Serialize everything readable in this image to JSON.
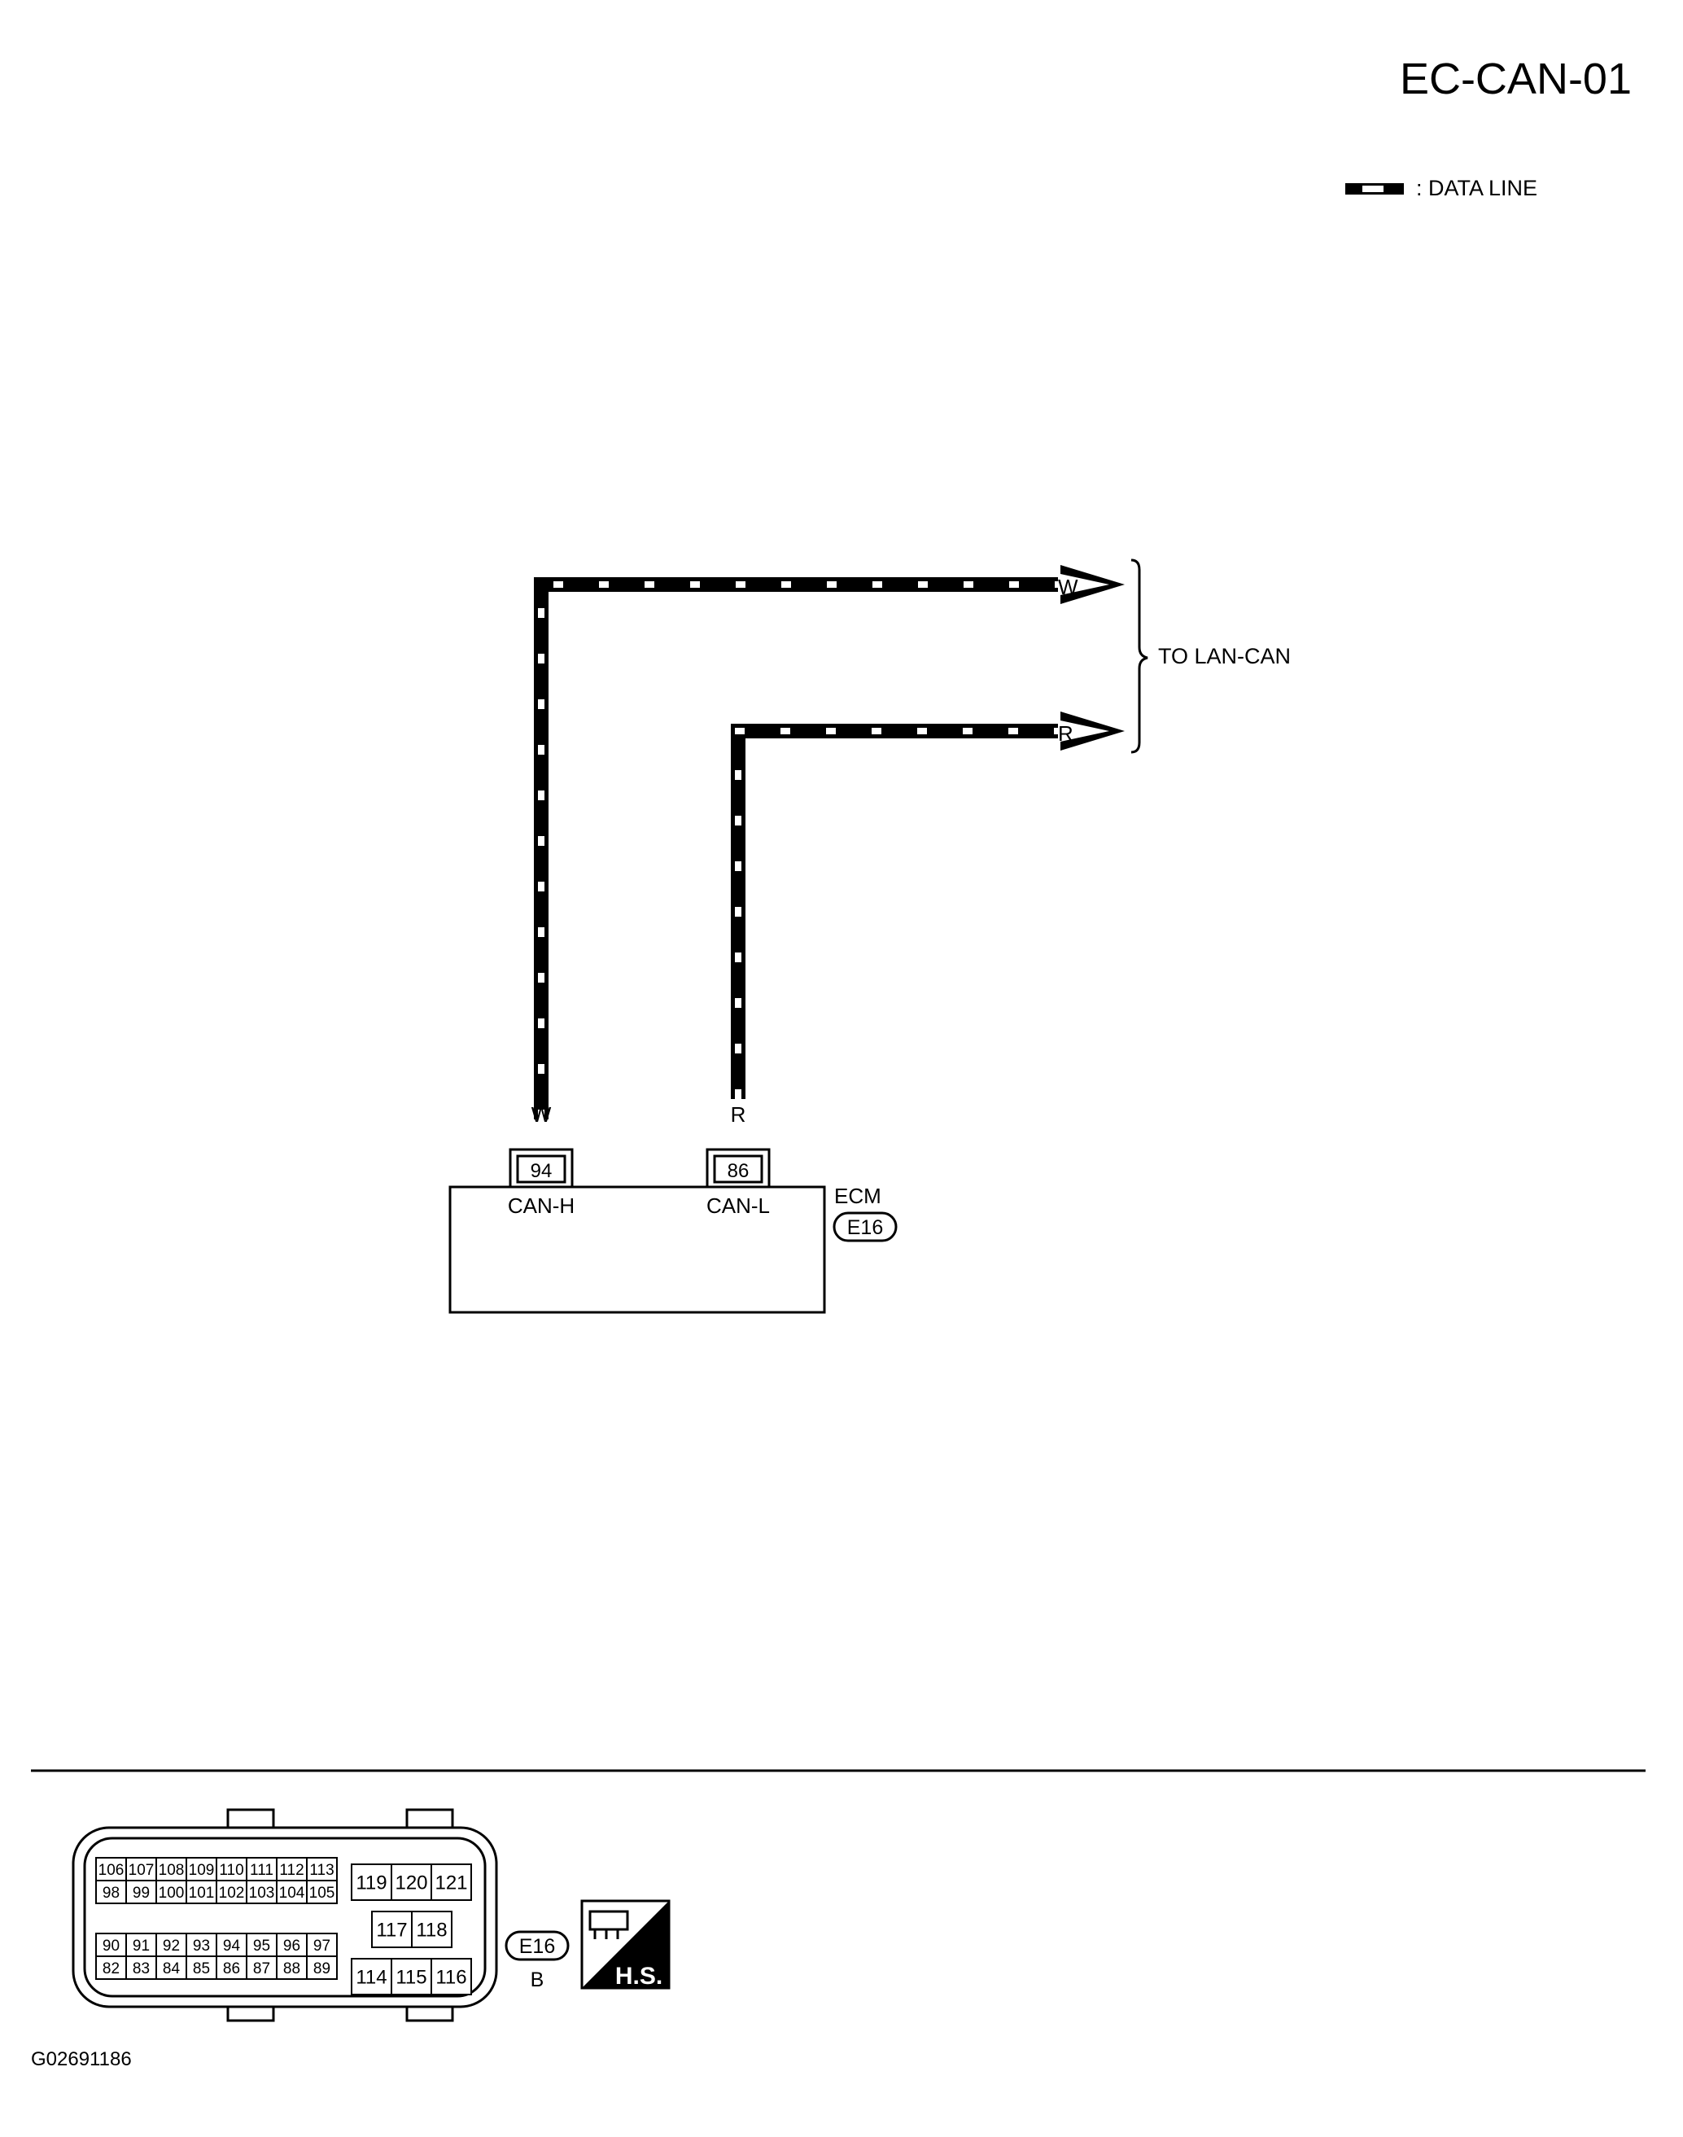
{
  "page": {
    "diagram_id": "EC-CAN-01",
    "figure_code": "G02691186"
  },
  "legend": {
    "label": ": DATA LINE"
  },
  "wires": {
    "w": {
      "color_code": "W",
      "end_color_code": "W"
    },
    "r": {
      "color_code": "R",
      "end_color_code": "R"
    },
    "destination": "TO LAN-CAN"
  },
  "ecm": {
    "name": "ECM",
    "connector": "E16",
    "pins": [
      {
        "number": "94",
        "signal": "CAN-H"
      },
      {
        "number": "86",
        "signal": "CAN-L"
      }
    ]
  },
  "connector_view": {
    "id": "E16",
    "color": "B",
    "hs_label": "H.S.",
    "left_block": {
      "row1": [
        "106",
        "107",
        "108",
        "109",
        "110",
        "111",
        "112",
        "113"
      ],
      "row2": [
        "98",
        "99",
        "100",
        "101",
        "102",
        "103",
        "104",
        "105"
      ],
      "row3": [
        "90",
        "91",
        "92",
        "93",
        "94",
        "95",
        "96",
        "97"
      ],
      "row4": [
        "82",
        "83",
        "84",
        "85",
        "86",
        "87",
        "88",
        "89"
      ]
    },
    "right_block": {
      "top": [
        "119",
        "120",
        "121"
      ],
      "middle": [
        "117",
        "118"
      ],
      "bottom": [
        "114",
        "115",
        "116"
      ]
    }
  }
}
